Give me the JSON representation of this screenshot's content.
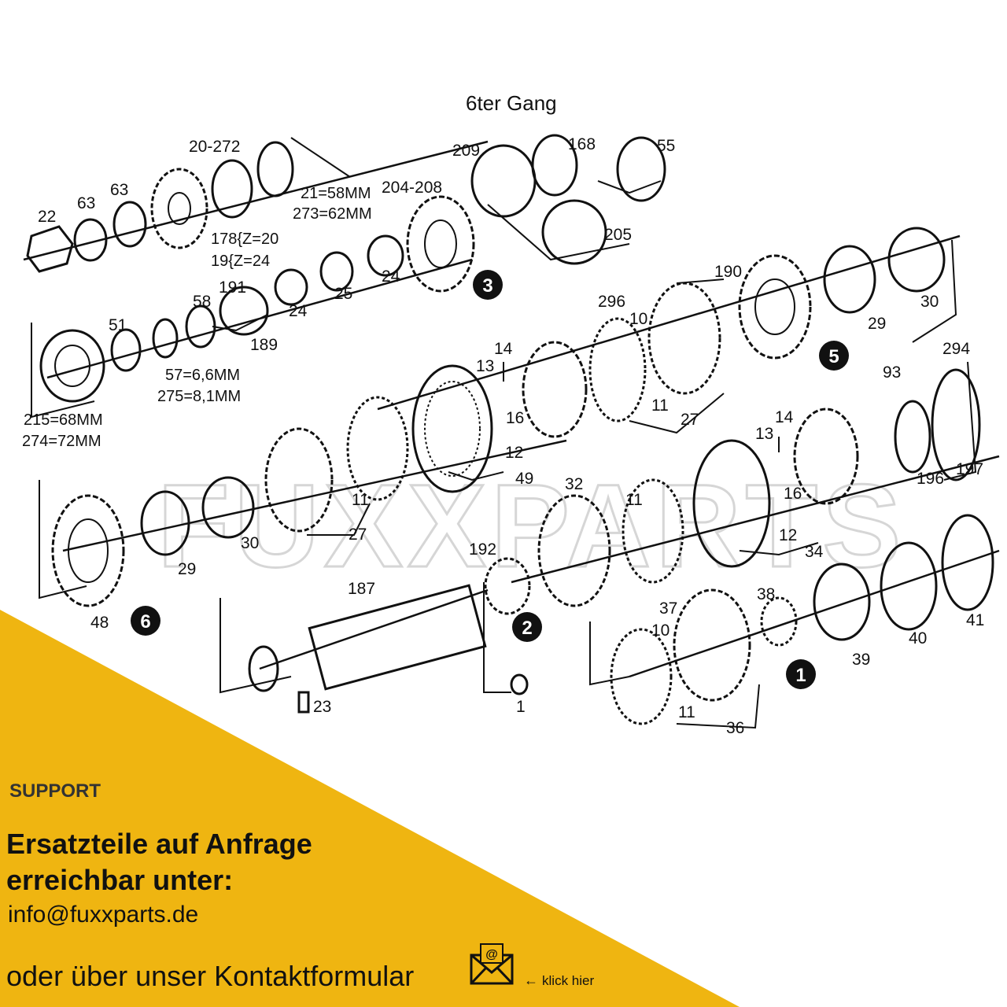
{
  "diagram": {
    "title": "6ter Gang",
    "watermark": "FUXXPARTS",
    "part_labels": [
      "22",
      "63",
      "63",
      "20-272",
      "21=58MM",
      "273=62MM",
      "178{Z=20",
      "19{Z=24",
      "209",
      "168",
      "55",
      "204-208",
      "205",
      "24",
      "25",
      "24",
      "191",
      "58",
      "51",
      "189",
      "57=6,6MM",
      "275=8,1MM",
      "215=68MM",
      "274=72MM",
      "296",
      "10",
      "190",
      "29",
      "30",
      "14",
      "13",
      "16",
      "11",
      "27",
      "93",
      "294",
      "12",
      "49",
      "11",
      "27",
      "30",
      "29",
      "48",
      "32",
      "11",
      "14",
      "13",
      "16",
      "12",
      "34",
      "196",
      "197",
      "192",
      "187",
      "23",
      "1",
      "38",
      "37",
      "10",
      "11",
      "36",
      "39",
      "40",
      "41"
    ],
    "group_badges": [
      "3",
      "5",
      "6",
      "2",
      "1"
    ]
  },
  "support": {
    "heading": "SUPPORT",
    "request_line1": "Ersatzteile auf Anfrage",
    "request_line2": "erreichbar unter:",
    "email": "info@fuxxparts.de",
    "contact_text": "oder über unser Kontaktformular",
    "click_here": "klick hier",
    "contact_icon": "mail-envelope-icon",
    "panel_color": "#efb511"
  }
}
